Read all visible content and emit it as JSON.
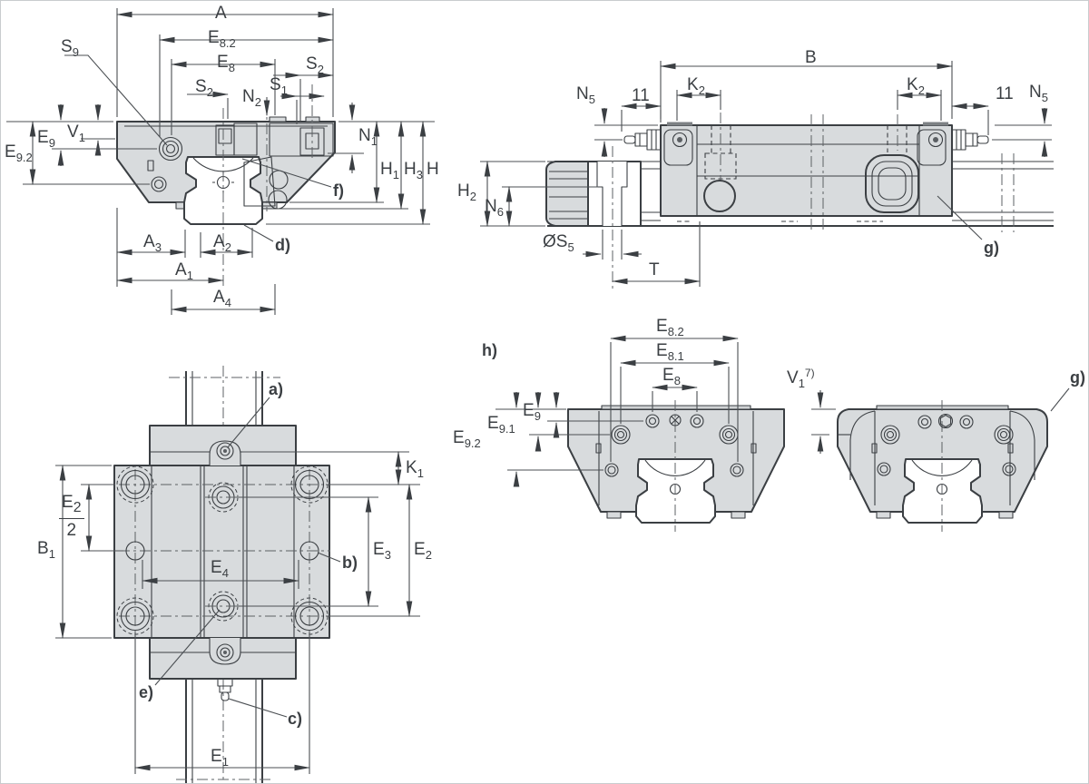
{
  "document": {
    "kind": "engineering dimensional drawing",
    "subject": "linear guide carriage (runner block) on profiled rail, four views",
    "colors": {
      "background": "#ffffff",
      "body_fill": "#d8dbdd",
      "line": "#3b3f43",
      "dim_line": "#4b4f53"
    }
  },
  "views": {
    "front": {
      "name": "front cross-section view",
      "labels": {
        "A": {
          "base": "A"
        },
        "E82": {
          "base": "E",
          "sub": "8.2"
        },
        "E8": {
          "base": "E",
          "sub": "8"
        },
        "S2": {
          "base": "S",
          "sub": "2"
        },
        "N2": {
          "base": "N",
          "sub": "2"
        },
        "S1": {
          "base": "S",
          "sub": "1"
        },
        "S9": {
          "base": "S",
          "sub": "9"
        },
        "V1": {
          "base": "V",
          "sub": "1"
        },
        "E9": {
          "base": "E",
          "sub": "9"
        },
        "E92": {
          "base": "E",
          "sub": "9.2"
        },
        "N1": {
          "base": "N",
          "sub": "1"
        },
        "H1": {
          "base": "H",
          "sub": "1"
        },
        "H3": {
          "base": "H",
          "sub": "3"
        },
        "H": {
          "base": "H"
        },
        "A3": {
          "base": "A",
          "sub": "3"
        },
        "A2": {
          "base": "A",
          "sub": "2"
        },
        "A1": {
          "base": "A",
          "sub": "1"
        },
        "A4": {
          "base": "A",
          "sub": "4"
        },
        "d": {
          "base": "d)"
        },
        "f": {
          "base": "f)"
        }
      }
    },
    "side": {
      "name": "side view on rail",
      "labels": {
        "B": {
          "base": "B"
        },
        "K2": {
          "base": "K",
          "sub": "2"
        },
        "N5": {
          "base": "N",
          "sub": "5"
        },
        "n11": {
          "base": "11"
        },
        "H2": {
          "base": "H",
          "sub": "2"
        },
        "N6": {
          "base": "N",
          "sub": "6"
        },
        "S5": {
          "base": "ØS",
          "sub": "5"
        },
        "T": {
          "base": "T"
        },
        "g": {
          "base": "g)"
        }
      }
    },
    "detail": {
      "name": "small front views h) and g)",
      "labels": {
        "h": {
          "base": "h)"
        },
        "E82": {
          "base": "E",
          "sub": "8.2"
        },
        "E81": {
          "base": "E",
          "sub": "8.1"
        },
        "E8": {
          "base": "E",
          "sub": "8"
        },
        "E9": {
          "base": "E",
          "sub": "9"
        },
        "E91": {
          "base": "E",
          "sub": "9.1"
        },
        "E92": {
          "base": "E",
          "sub": "9.2"
        },
        "V17": {
          "base": "V",
          "sub": "1",
          "sup": "7)"
        },
        "g2": {
          "base": "g)"
        }
      }
    },
    "top": {
      "name": "top (plan) view",
      "labels": {
        "a": {
          "base": "a)"
        },
        "K1": {
          "base": "K",
          "sub": "1"
        },
        "B1": {
          "base": "B",
          "sub": "1"
        },
        "E4": {
          "base": "E",
          "sub": "4"
        },
        "b": {
          "base": "b)"
        },
        "E3": {
          "base": "E",
          "sub": "3"
        },
        "E2": {
          "base": "E",
          "sub": "2"
        },
        "e": {
          "base": "e)"
        },
        "c": {
          "base": "c)"
        },
        "E1": {
          "base": "E",
          "sub": "1"
        },
        "E2half": {
          "num_base": "E",
          "num_sub": "2",
          "den": "2"
        }
      }
    }
  }
}
